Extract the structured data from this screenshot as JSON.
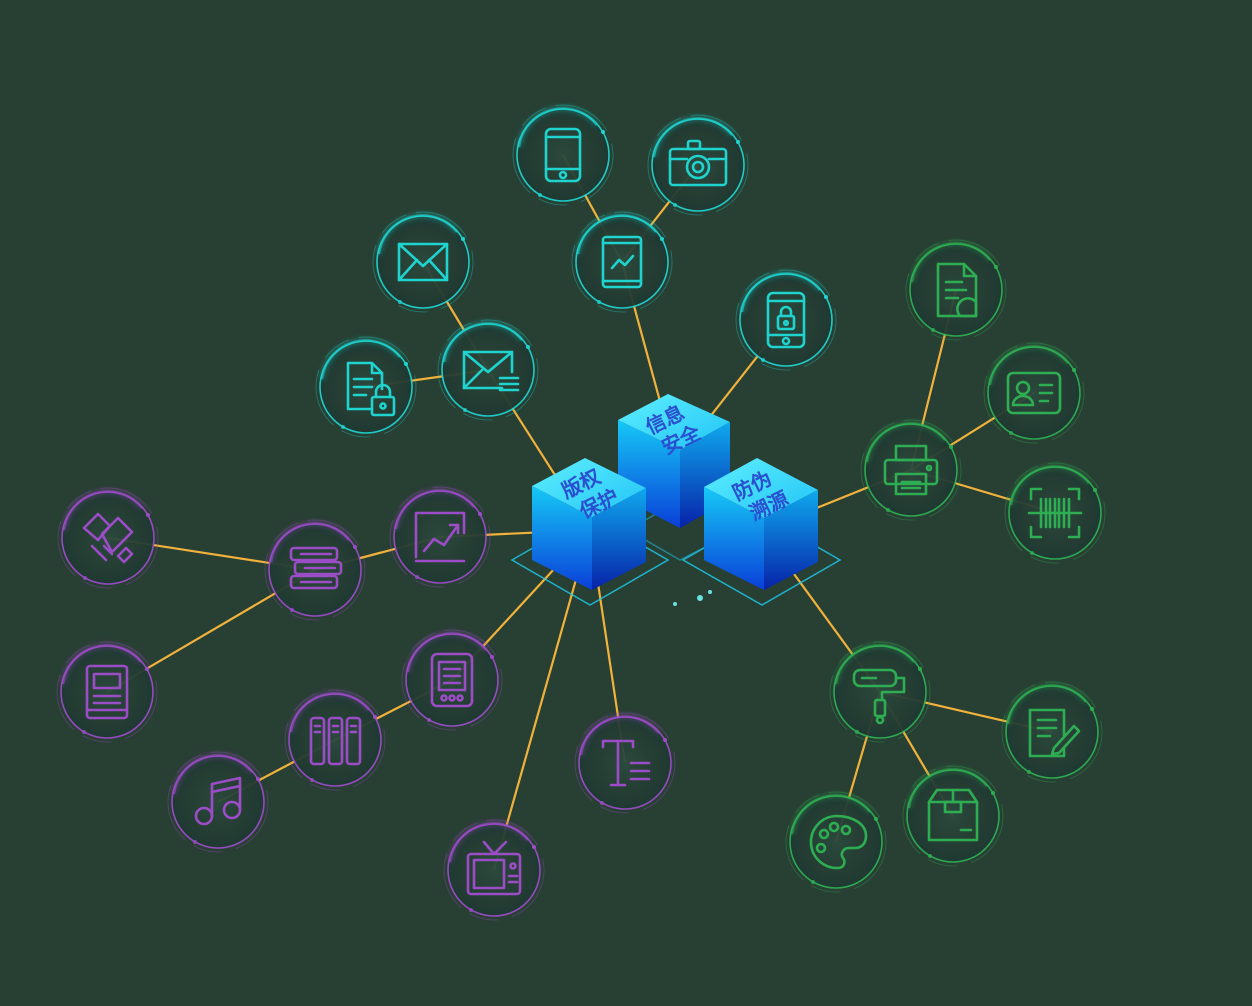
{
  "colors": {
    "background": "#283f33",
    "line": "#f0b23c",
    "cyan": "#1fd3cf",
    "purple": "#9b4cc7",
    "green": "#2eae52",
    "cube_top": "#33e6ff",
    "cube_side": "#1060ee"
  },
  "cubes": [
    {
      "id": "copyright",
      "label_line1": "版权",
      "label_line2": "保护"
    },
    {
      "id": "infosec",
      "label_line1": "信息",
      "label_line2": "安全"
    },
    {
      "id": "trace",
      "label_line1": "防伪",
      "label_line2": "溯源"
    }
  ],
  "nodes": [
    {
      "id": "phone",
      "icon": "mobile-phone-icon",
      "group": "cyan"
    },
    {
      "id": "camera",
      "icon": "camera-icon",
      "group": "cyan"
    },
    {
      "id": "tablet",
      "icon": "tablet-chart-icon",
      "group": "cyan"
    },
    {
      "id": "mail",
      "icon": "envelope-icon",
      "group": "cyan"
    },
    {
      "id": "mail-list",
      "icon": "envelope-list-icon",
      "group": "cyan"
    },
    {
      "id": "doc-lock",
      "icon": "document-lock-icon",
      "group": "cyan"
    },
    {
      "id": "phone-lock",
      "icon": "mobile-lock-icon",
      "group": "cyan"
    },
    {
      "id": "doc",
      "icon": "document-icon",
      "group": "green"
    },
    {
      "id": "id-card",
      "icon": "id-card-icon",
      "group": "green"
    },
    {
      "id": "printer",
      "icon": "printer-icon",
      "group": "green"
    },
    {
      "id": "barcode",
      "icon": "barcode-scan-icon",
      "group": "green"
    },
    {
      "id": "roller",
      "icon": "paint-roller-icon",
      "group": "green"
    },
    {
      "id": "edit",
      "icon": "edit-note-icon",
      "group": "green"
    },
    {
      "id": "palette",
      "icon": "palette-icon",
      "group": "green"
    },
    {
      "id": "box",
      "icon": "package-box-icon",
      "group": "green"
    },
    {
      "id": "hands",
      "icon": "handshake-icon",
      "group": "purple"
    },
    {
      "id": "books",
      "icon": "books-stack-icon",
      "group": "purple"
    },
    {
      "id": "chart",
      "icon": "trend-chart-icon",
      "group": "purple"
    },
    {
      "id": "book",
      "icon": "book-icon",
      "group": "purple"
    },
    {
      "id": "ereader",
      "icon": "e-reader-icon",
      "group": "purple"
    },
    {
      "id": "binders",
      "icon": "binders-icon",
      "group": "purple"
    },
    {
      "id": "music",
      "icon": "music-note-icon",
      "group": "purple"
    },
    {
      "id": "text",
      "icon": "text-format-icon",
      "group": "purple"
    },
    {
      "id": "tv",
      "icon": "television-icon",
      "group": "purple"
    }
  ],
  "links": [
    [
      "phone",
      "tablet"
    ],
    [
      "camera",
      "tablet"
    ],
    [
      "tablet",
      "infosec"
    ],
    [
      "mail",
      "mail-list"
    ],
    [
      "doc-lock",
      "mail-list"
    ],
    [
      "mail-list",
      "copyright"
    ],
    [
      "phone-lock",
      "infosec"
    ],
    [
      "doc",
      "printer"
    ],
    [
      "id-card",
      "printer"
    ],
    [
      "barcode",
      "printer"
    ],
    [
      "printer",
      "trace"
    ],
    [
      "roller",
      "trace"
    ],
    [
      "roller",
      "edit"
    ],
    [
      "roller",
      "palette"
    ],
    [
      "roller",
      "box"
    ],
    [
      "hands",
      "books"
    ],
    [
      "book",
      "books"
    ],
    [
      "books",
      "chart"
    ],
    [
      "chart",
      "copyright"
    ],
    [
      "music",
      "binders"
    ],
    [
      "binders",
      "ereader"
    ],
    [
      "ereader",
      "copyright"
    ],
    [
      "tv",
      "copyright"
    ],
    [
      "text",
      "copyright"
    ]
  ]
}
